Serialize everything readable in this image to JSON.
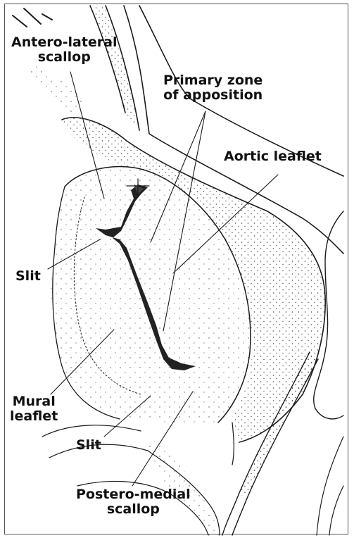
{
  "labels": {
    "anterolateral_scallop": [
      "Antero-lateral",
      "scallop"
    ],
    "primary_zone": [
      "Primary zone",
      "of apposition"
    ],
    "aortic_leaflet": "Aortic leaflet",
    "slit_upper": "Slit",
    "mural_leaflet": [
      "Mural",
      "leaflet"
    ],
    "slit_lower": "Slit",
    "posteromedial_scallop": [
      "Postero-medial",
      "scallop"
    ]
  },
  "colors": {
    "ink": "#1a1a1a",
    "background": "#ffffff"
  }
}
